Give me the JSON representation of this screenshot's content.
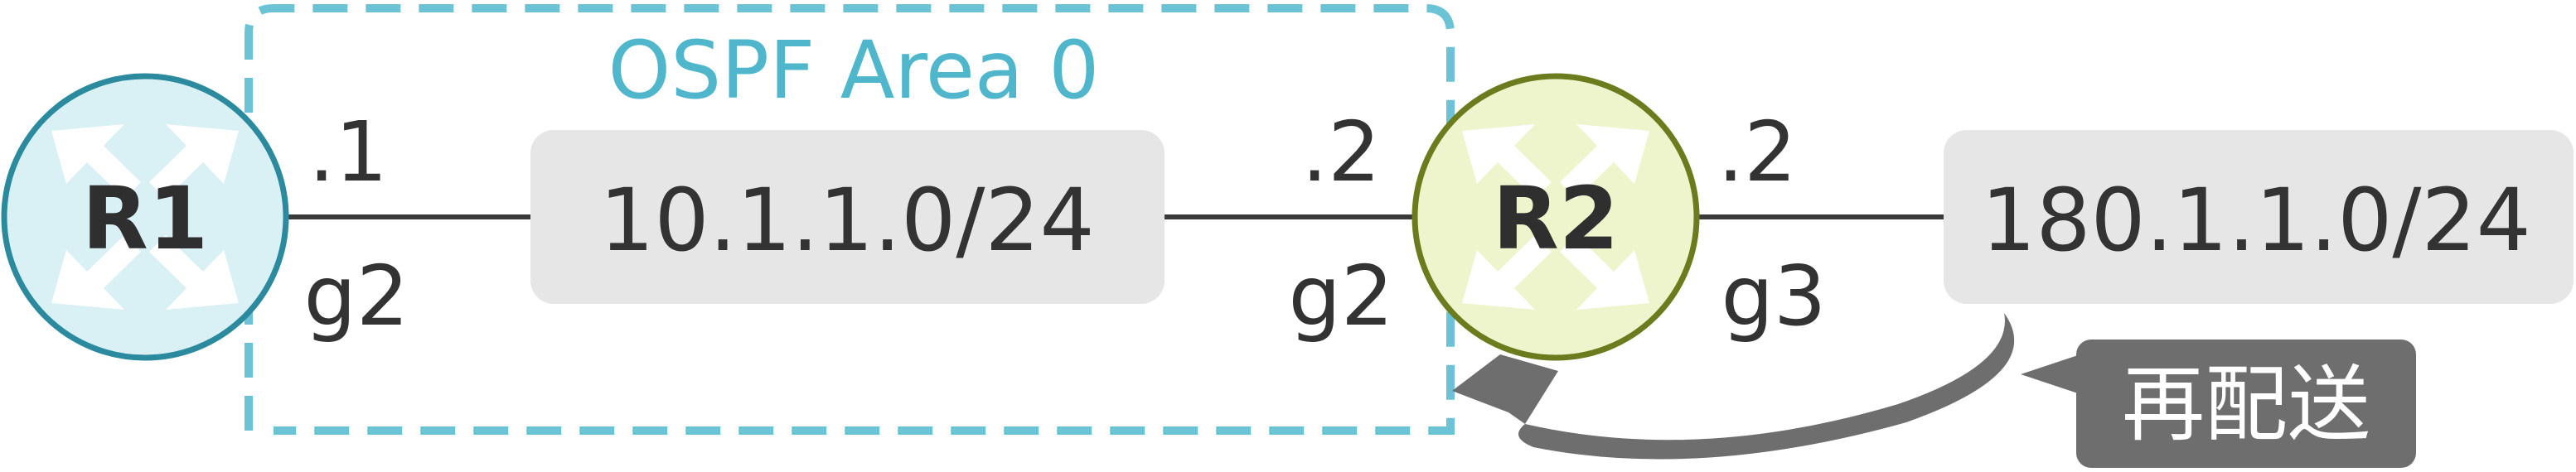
{
  "area": {
    "label": "OSPF Area 0",
    "color": "#6cc3d5"
  },
  "routers": {
    "r1": {
      "label": "R1",
      "fill": "#d9f0f5",
      "stroke": "#2b8a9e"
    },
    "r2": {
      "label": "R2",
      "fill": "#eef4cc",
      "stroke": "#6b7c1e"
    }
  },
  "networks": {
    "net1": {
      "label": "10.1.1.0/24"
    },
    "net2": {
      "label": "180.1.1.0/24"
    }
  },
  "interfaces": {
    "r1_addr": ".1",
    "r1_if": "g2",
    "r2_left_addr": ".2",
    "r2_left_if": "g2",
    "r2_right_addr": ".2",
    "r2_right_if": "g3"
  },
  "redistribute": {
    "label": "再配送",
    "color": "#6e6e6e"
  },
  "colors": {
    "network_box": "#e6e6e6",
    "link": "#3a3a3a"
  }
}
